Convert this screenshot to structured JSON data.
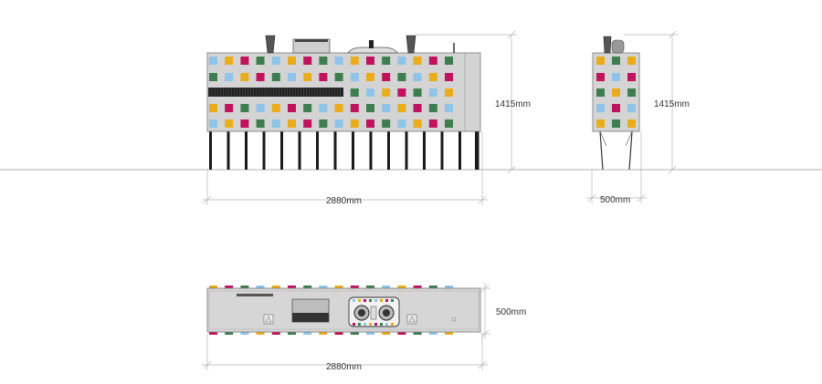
{
  "dimensions": {
    "front_length": "2880mm",
    "front_height": "1415mm",
    "side_width": "500mm",
    "side_height": "1415mm",
    "top_depth": "500mm",
    "top_length": "2880mm"
  },
  "colors": {
    "body": "#d4d4d4",
    "outline": "#777777",
    "leg": "#1a1a1a",
    "grille": "#222222",
    "dim_line": "#b5b5b5",
    "ground": "#999999",
    "tiles": [
      "#8fc4e8",
      "#e9ad1c",
      "#c1125e",
      "#3d7d4f"
    ]
  },
  "views": [
    "front-view",
    "side-view",
    "top-view"
  ]
}
